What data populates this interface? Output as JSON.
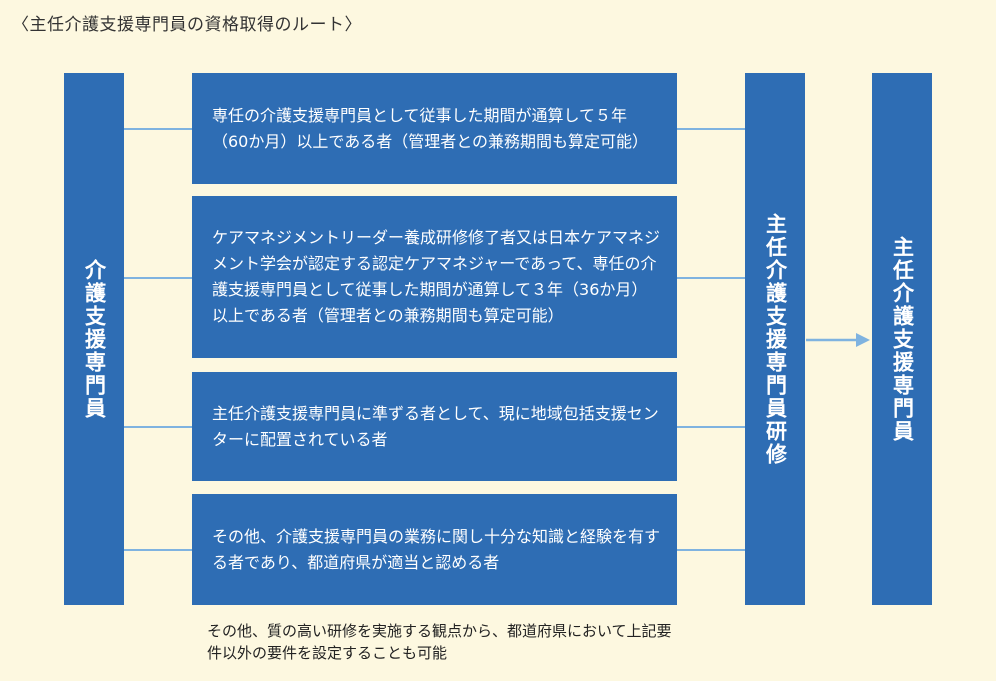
{
  "title": "〈主任介護支援専門員の資格取得のルート〉",
  "left_box": {
    "label": "介護支援専門員"
  },
  "routes": [
    {
      "text": "専任の介護支援専門員として従事した期間が通算して５年（60か月）以上である者（管理者との兼務期間も算定可能）"
    },
    {
      "text": "ケアマネジメントリーダー養成研修修了者又は日本ケアマネジメント学会が認定する認定ケアマネジャーであって、専任の介護支援専門員として従事した期間が通算して３年（36か月）以上である者（管理者との兼務期間も算定可能）"
    },
    {
      "text": "主任介護支援専門員に準ずる者として、現に地域包括支援センターに配置されている者"
    },
    {
      "text": "その他、介護支援専門員の業務に関し十分な知識と経験を有する者であり、都道府県が適当と認める者"
    }
  ],
  "training_box": {
    "label": "主任介護支援専門員研修"
  },
  "result_box": {
    "label": "主任介護支援専門員"
  },
  "note": "その他、質の高い研修を実施する観点から、都道府県において上記要件以外の要件を設定することも可能",
  "colors": {
    "box_fill": "#2e6db4",
    "connector": "#7fb3e0",
    "background": "#fdf8e0"
  }
}
